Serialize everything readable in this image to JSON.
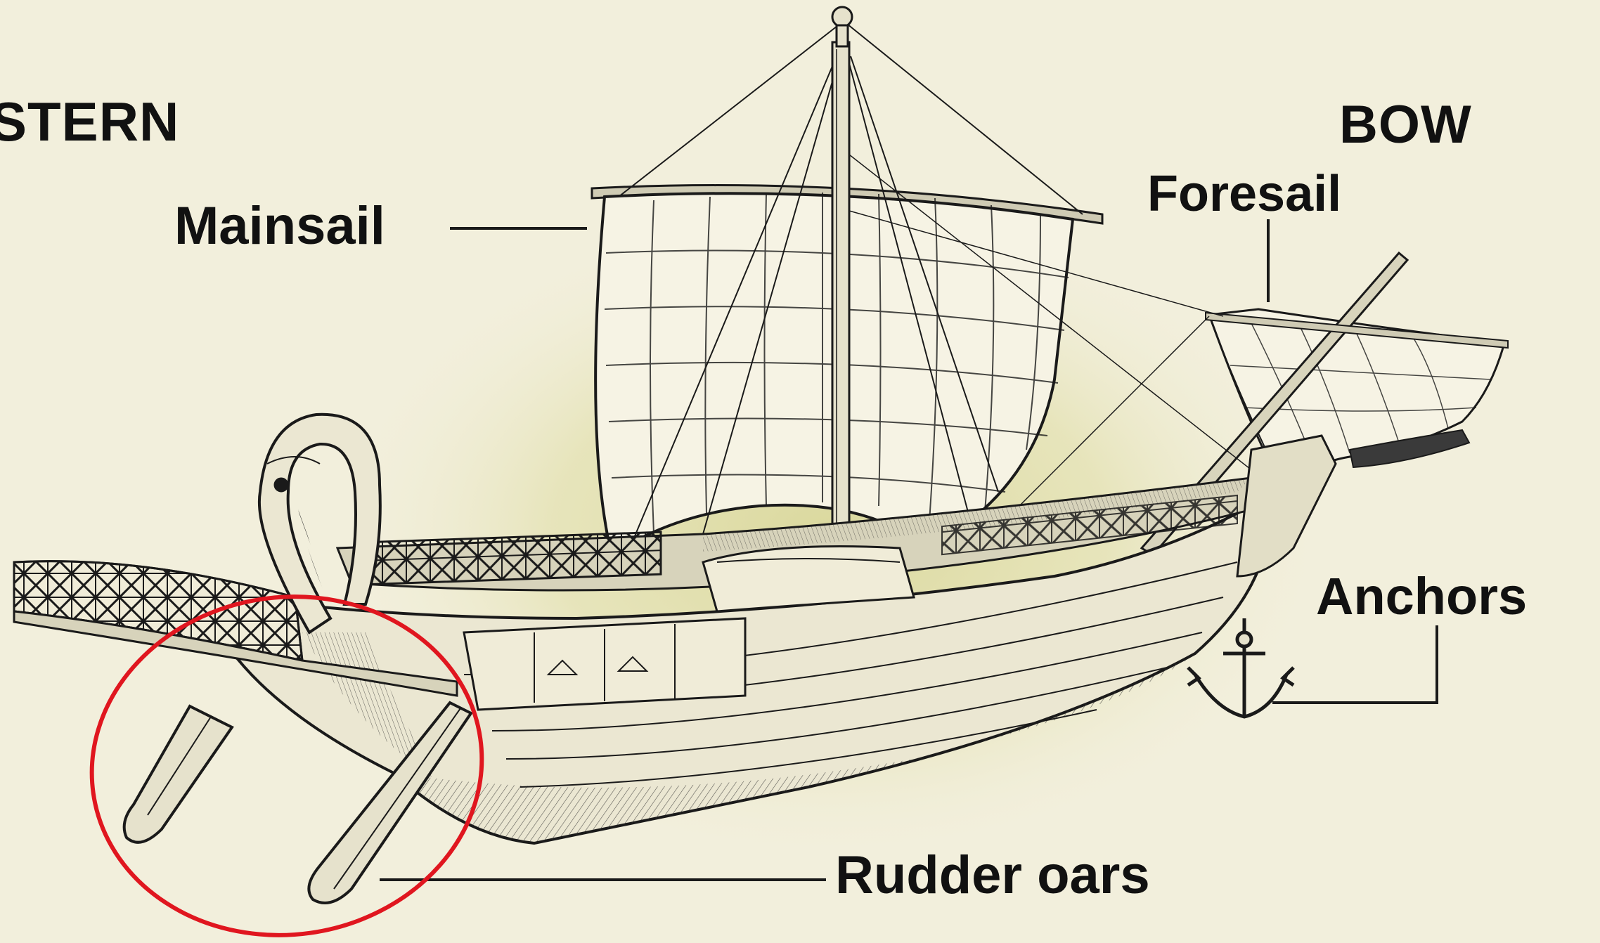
{
  "labels": {
    "stern": "STERN",
    "bow": "BOW",
    "mainsail": "Mainsail",
    "foresail": "Foresail",
    "anchors": "Anchors",
    "rudder_oars": "Rudder oars"
  },
  "colors": {
    "background": "#f2efdc",
    "glow": "#d9d79a",
    "ink": "#1a1a1a",
    "sail": "#f6f3e4",
    "hull": "#ebe7d2",
    "highlight_circle": "#e0161f"
  },
  "highlight": {
    "target": "Rudder oars",
    "shape": "circle"
  }
}
